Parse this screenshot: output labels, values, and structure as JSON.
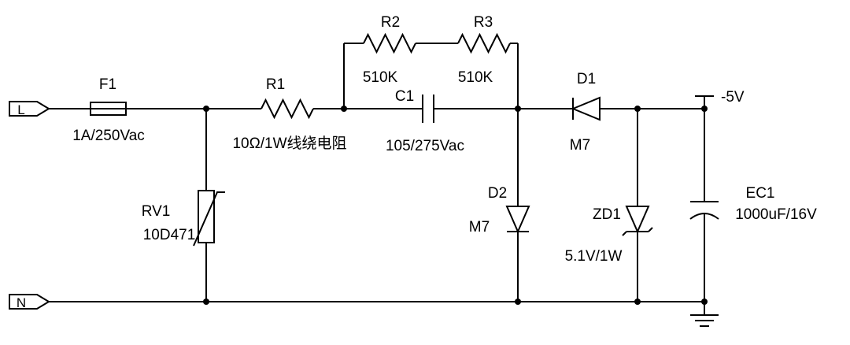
{
  "colors": {
    "background": "#ffffff",
    "line": "#000000"
  },
  "terminals": {
    "live": "L",
    "neutral": "N"
  },
  "output": {
    "rail_label": "-5V"
  },
  "components": {
    "f1": {
      "ref": "F1",
      "value": "1A/250Vac"
    },
    "rv1": {
      "ref": "RV1",
      "value": "10D471"
    },
    "r1": {
      "ref": "R1",
      "value": "10Ω/1W线绕电阻"
    },
    "r2": {
      "ref": "R2",
      "value": "510K"
    },
    "r3": {
      "ref": "R3",
      "value": "510K"
    },
    "c1": {
      "ref": "C1",
      "value": "105/275Vac"
    },
    "d1": {
      "ref": "D1",
      "value": "M7"
    },
    "d2": {
      "ref": "D2",
      "value": "M7"
    },
    "zd1": {
      "ref": "ZD1",
      "value": "5.1V/1W"
    },
    "ec1": {
      "ref": "EC1",
      "value": "1000uF/16V"
    }
  }
}
